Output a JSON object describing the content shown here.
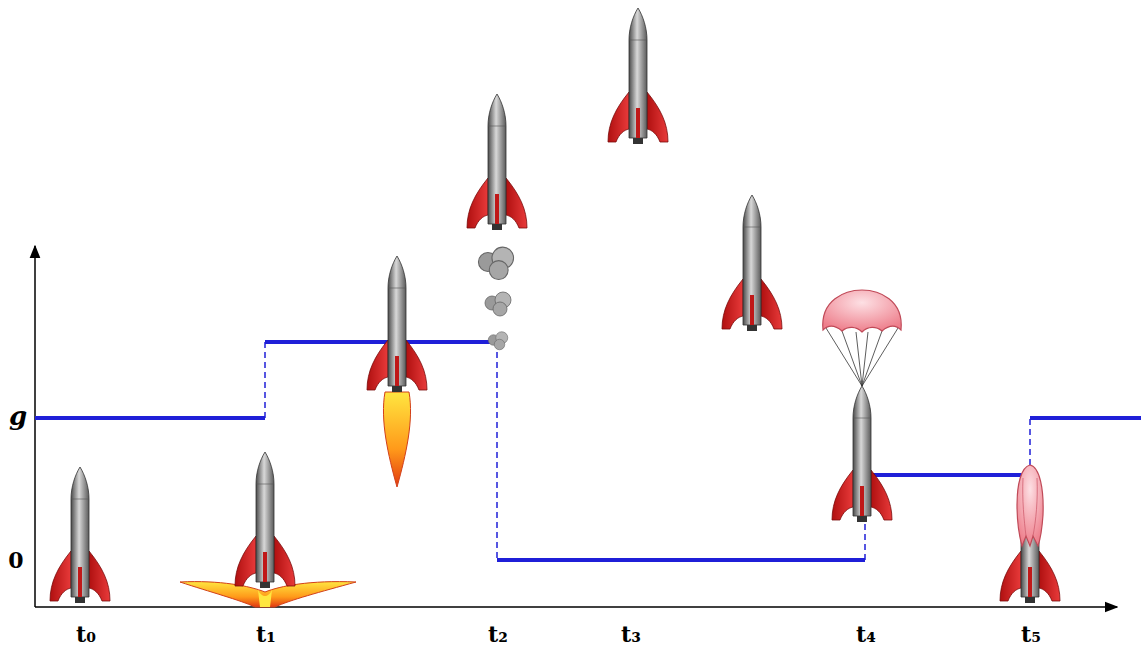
{
  "diagram": {
    "labels": [
      "g",
      "0",
      "t₀",
      "t₁",
      "t₂",
      "t₃",
      "t₄",
      "t₅"
    ]
  }
}
